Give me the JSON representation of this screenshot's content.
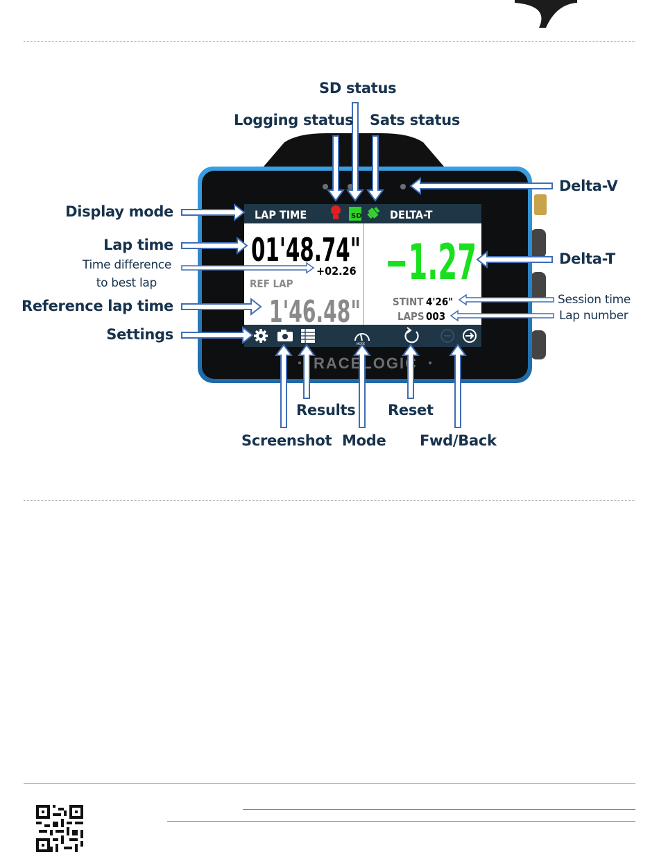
{
  "labels": {
    "sd_status": "SD status",
    "logging_status": "Logging status",
    "sats_status": "Sats status",
    "delta_v": "Delta-V",
    "display_mode": "Display mode",
    "lap_time": "Lap time",
    "time_difference_line1": "Time difference",
    "time_difference_line2": "to best lap",
    "reference_lap_time": "Reference lap time",
    "settings": "Settings",
    "delta_t": "Delta-T",
    "session_time": "Session time",
    "lap_number": "Lap number",
    "results": "Results",
    "reset": "Reset",
    "screenshot": "Screenshot",
    "mode": "Mode",
    "fwd_back": "Fwd/Back"
  },
  "screen": {
    "left_header": "LAP TIME",
    "right_header": "DELTA-T",
    "sd_icon_text": "SD",
    "lap_time": "01'48.74\"",
    "difference": "+02.26",
    "ref_lap_label": "REF LAP",
    "ref_lap_time": "1'46.48\"",
    "delta_value": "−1.27",
    "stint_label": "STINT",
    "stint_value": "4'26\"",
    "laps_label": "LAPS",
    "laps_value": "003",
    "mode_icon_text": "MODE",
    "brand": "RACELOGIC"
  },
  "colors": {
    "label_text": "#17324d",
    "arrow_stroke": "#3f6db5",
    "device_body": "#2e86c8",
    "screen_header": "#1f3646",
    "delta_green": "#19e01e",
    "ref_gray": "#8a8a8a"
  }
}
